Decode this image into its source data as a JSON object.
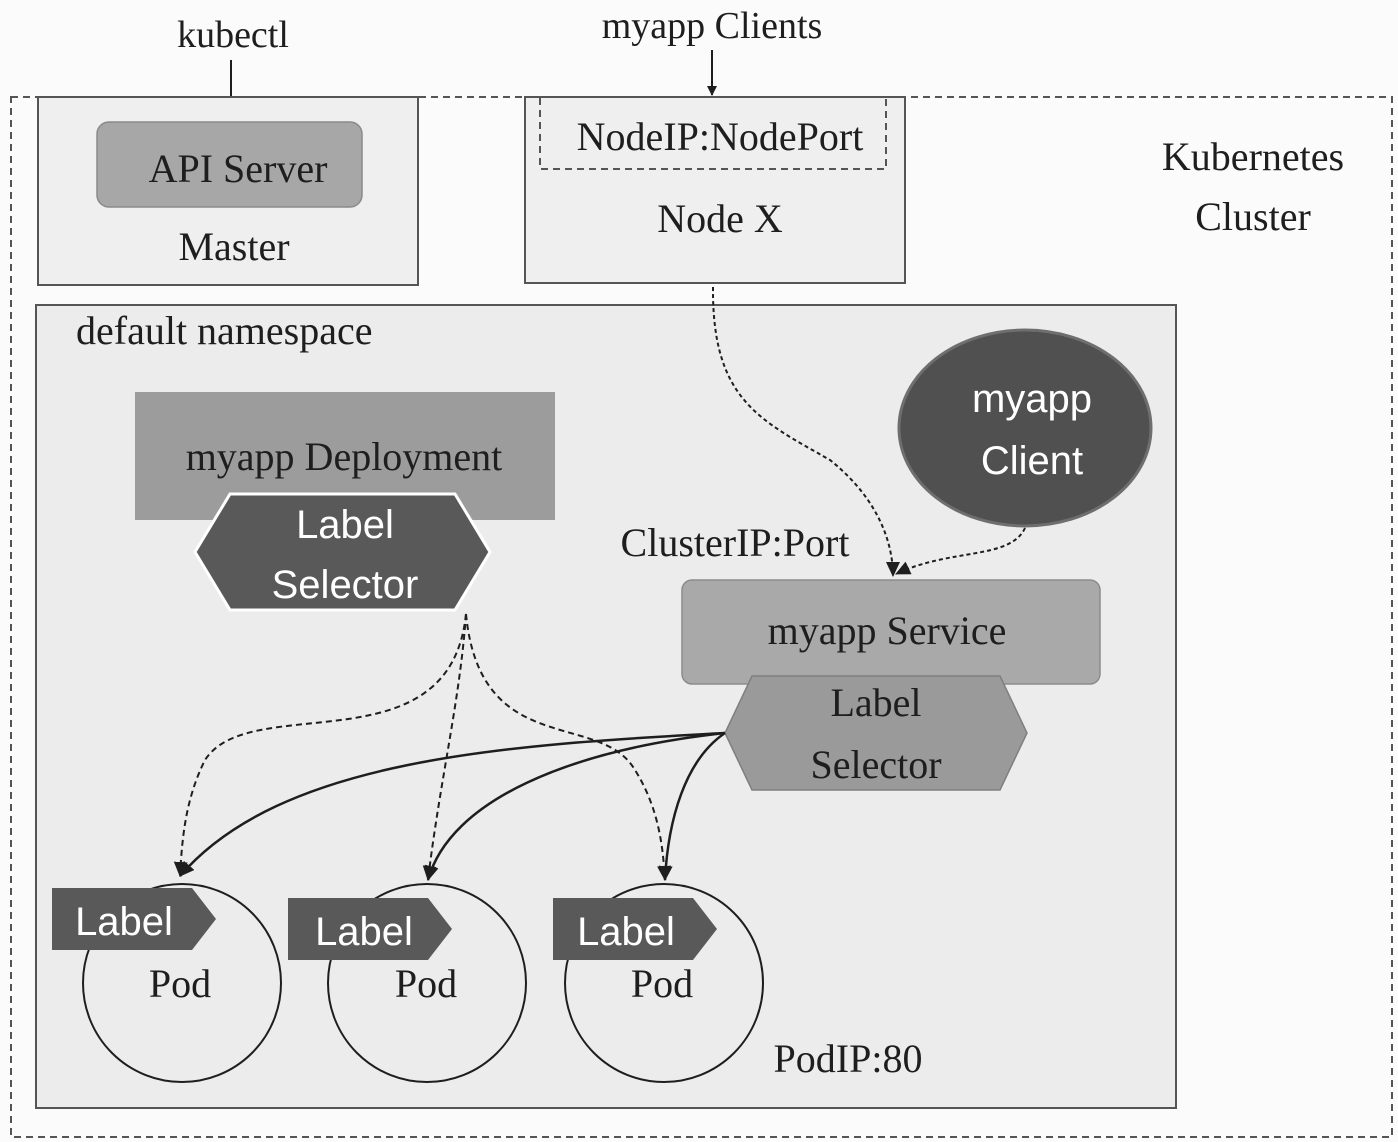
{
  "external": {
    "kubectl": "kubectl",
    "myapp_clients": "myapp Clients"
  },
  "cluster": {
    "label_line1": "Kubernetes",
    "label_line2": "Cluster"
  },
  "master": {
    "api_server": "API Server",
    "label": "Master"
  },
  "node": {
    "node_port": "NodeIP:NodePort",
    "label": "Node X"
  },
  "namespace": {
    "label": "default namespace"
  },
  "deployment": {
    "label": "myapp Deployment",
    "selector_line1": "Label",
    "selector_line2": "Selector"
  },
  "client": {
    "line1": "myapp",
    "line2": "Client"
  },
  "service": {
    "cluster_ip": "ClusterIP:Port",
    "label": "myapp Service",
    "selector_line1": "Label",
    "selector_line2": "Selector"
  },
  "pods": [
    {
      "tag": "Label",
      "label": "Pod"
    },
    {
      "tag": "Label",
      "label": "Pod"
    },
    {
      "tag": "Label",
      "label": "Pod"
    }
  ],
  "pod_ip": "PodIP:80",
  "colors": {
    "cluster_border": "#555555",
    "box_fill": "#efefef",
    "api_server_fill": "#a7a7a7",
    "namespace_fill": "#ececec",
    "deployment_fill": "#9c9c9c",
    "deployment_selector_fill": "#595959",
    "client_fill": "#505050",
    "service_fill": "#a9a9a9",
    "service_selector_fill": "#9a9a9a",
    "pod_tag_fill": "#595959"
  }
}
